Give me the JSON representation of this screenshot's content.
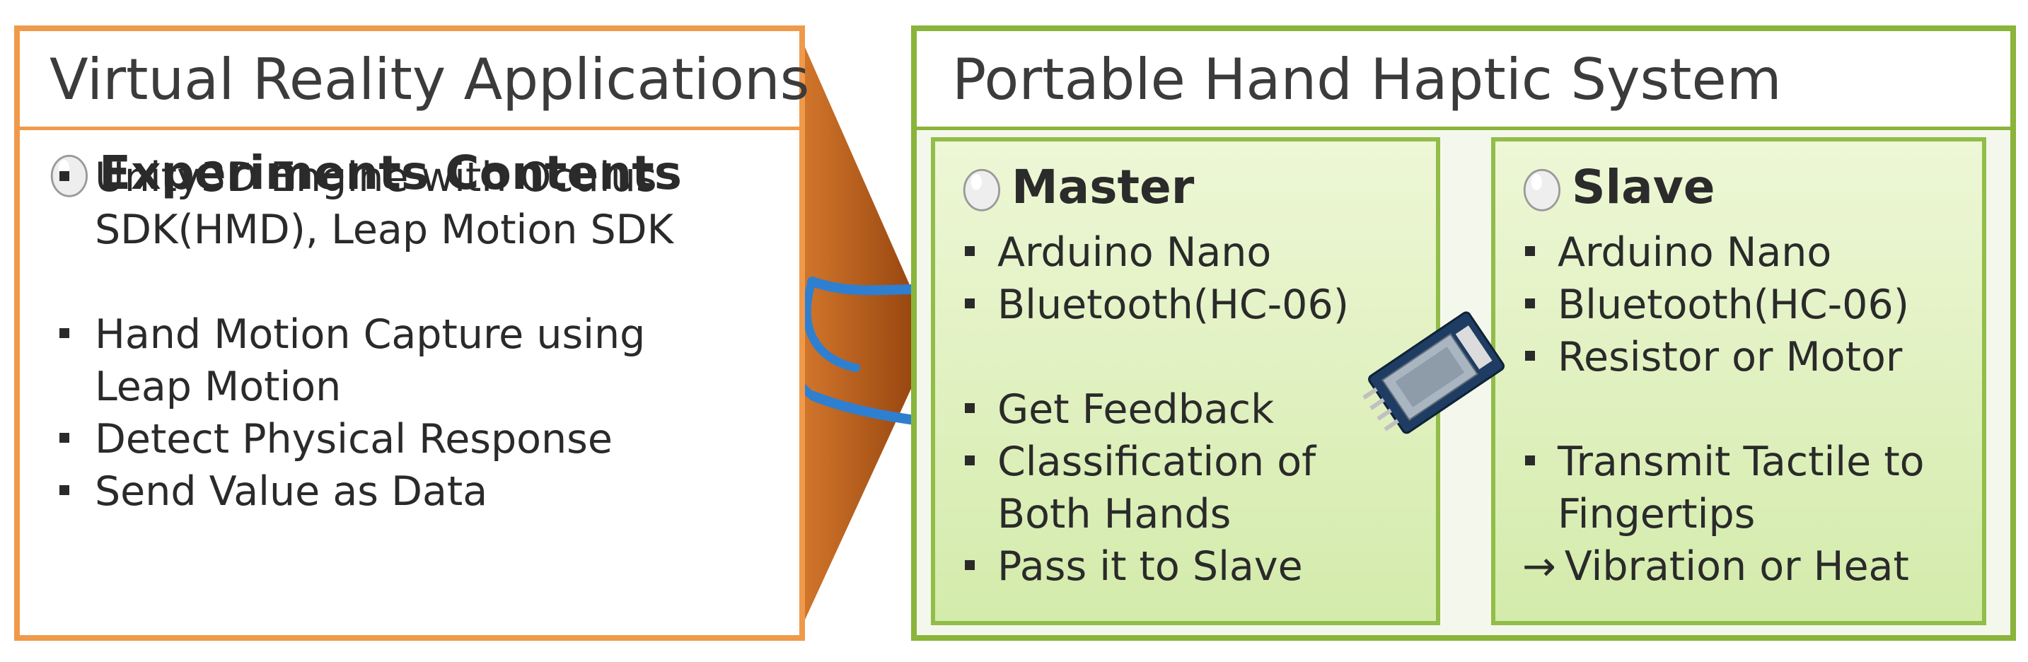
{
  "vr_panel": {
    "title": "Virtual Reality Applications",
    "section": {
      "heading": "Experiments Contents",
      "icon": "drop-icon",
      "items": [
        "Unity3D Engine with Oculus",
        "SDK(HMD), Leap Motion SDK",
        "Hand Motion Capture using",
        "Leap Motion",
        "Detect Physical Response",
        "Send Value as Data"
      ]
    }
  },
  "haptic_panel": {
    "title": "Portable Hand Haptic System",
    "master": {
      "heading": "Master",
      "items": [
        "Arduino Nano",
        "Bluetooth(HC-06)",
        "Get Feedback",
        "Classification of",
        "Both Hands",
        "Pass it to Slave"
      ]
    },
    "slave": {
      "heading": "Slave",
      "items": [
        "Arduino Nano",
        "Bluetooth(HC-06)",
        "Resistor or Motor",
        "Transmit Tactile to",
        "Fingertips",
        "Vibration or Heat"
      ]
    }
  },
  "colors": {
    "vr_border": "#ef9a4a",
    "haptic_border": "#8ab43a",
    "sub_border": "#92bd48",
    "vr_connector": "#b35a14",
    "haptic_connector": "#7a9a2e",
    "usb_cable": "#2f7fd0"
  },
  "icons": [
    "drop-icon",
    "bullet-icon",
    "arrow-icon",
    "usb-cable-icon",
    "bluetooth-module-icon"
  ]
}
